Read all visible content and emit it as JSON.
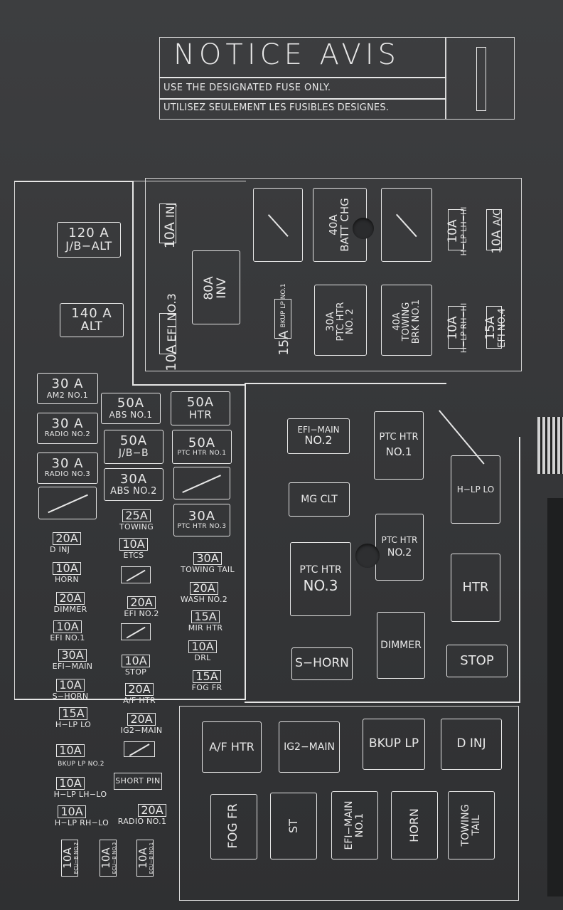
{
  "notice": {
    "title": "NOTICE AVIS",
    "line1": "USE THE DESIGNATED FUSE ONLY.",
    "line2": "UTILISEZ SEULEMENT LES FUSIBLES DESIGNES."
  },
  "left_top": {
    "f120": {
      "amp": "120 A",
      "label": "J/B−ALT"
    },
    "f140": {
      "amp": "140 A",
      "label": "ALT"
    }
  },
  "left_col": [
    {
      "amp": "30 A",
      "label": "AM2 NO.1"
    },
    {
      "amp": "30 A",
      "label": "RADIO NO.2"
    },
    {
      "amp": "30 A",
      "label": "RADIO NO.3"
    }
  ],
  "mid_col": [
    {
      "amp": "50A",
      "label": "ABS NO.1"
    },
    {
      "amp": "50A",
      "label": "J/B−B"
    },
    {
      "amp": "30A",
      "label": "ABS NO.2"
    }
  ],
  "right_col": [
    {
      "amp": "50A",
      "label": "HTR"
    },
    {
      "amp": "50A",
      "label": "PTC HTR NO.1"
    },
    {
      "amp": "30A",
      "label": "PTC HTR NO.3"
    }
  ],
  "small_left": [
    {
      "amp": "20A",
      "label": "D INJ"
    },
    {
      "amp": "10A",
      "label": "HORN"
    },
    {
      "amp": "20A",
      "label": "DIMMER"
    },
    {
      "amp": "10A",
      "label": "EFI NO.1"
    },
    {
      "amp": "30A",
      "label": "EFI−MAIN"
    },
    {
      "amp": "10A",
      "label": "S−HORN"
    },
    {
      "amp": "15A",
      "label": "H−LP LO"
    },
    {
      "amp": "10A",
      "label": "BKUP LP NO.2"
    },
    {
      "amp": "10A",
      "label": "H−LP LH−LO"
    },
    {
      "amp": "10A",
      "label": "H−LP RH−LO"
    }
  ],
  "small_mid": [
    {
      "amp": "25A",
      "label": "TOWING"
    },
    {
      "amp": "10A",
      "label": "ETCS"
    },
    {
      "amp": "20A",
      "label": "EFI NO.2"
    },
    {
      "amp": "10A",
      "label": "STOP"
    },
    {
      "amp": "20A",
      "label": "A/F HTR"
    },
    {
      "amp": "20A",
      "label": "IG2−MAIN"
    },
    {
      "amp": "20A",
      "label": "RADIO NO.1"
    }
  ],
  "short_pin": "SHORT PIN",
  "small_right": [
    {
      "amp": "30A",
      "label": "TOWING TAIL"
    },
    {
      "amp": "20A",
      "label": "WASH NO.2"
    },
    {
      "amp": "15A",
      "label": "MIR HTR"
    },
    {
      "amp": "10A",
      "label": "DRL"
    },
    {
      "amp": "15A",
      "label": "FOG FR"
    }
  ],
  "ecu": [
    {
      "amp": "10A",
      "label": "ECU−B NO.2"
    },
    {
      "amp": "10A",
      "label": "ECU−B NO.3"
    },
    {
      "amp": "10A",
      "label": "ECU−B NO.1"
    }
  ],
  "top_block": {
    "inj": {
      "amp": "10A",
      "label": "INJ"
    },
    "inv": {
      "amp": "80A",
      "label": "INV"
    },
    "efi3": {
      "amp": "10A",
      "label": "EFI NO.3"
    },
    "bkup1": {
      "amp": "15A",
      "label": "BKUP LP NO.1"
    },
    "batt": {
      "amp": "40A",
      "label": "BATT CHG"
    },
    "ptc2": {
      "amp": "30A",
      "label": "PTC HTR NO. 2"
    },
    "towbrk": {
      "amp": "40A",
      "label": "TOWING BRK NO.1"
    },
    "hlplh": {
      "amp": "10A",
      "label": "H−LP LH−HI"
    },
    "ac": {
      "amp": "10A",
      "label": "A/C"
    },
    "hlprh": {
      "amp": "10A",
      "label": "H−LP RH−HI"
    },
    "efi4": {
      "amp": "15A",
      "label": "EFI NO.4"
    }
  },
  "relays": {
    "efi_main2": {
      "l1": "EFI−MAIN",
      "l2": "NO.2"
    },
    "ptc1": {
      "l1": "PTC HTR",
      "l2": "NO.1"
    },
    "mgclt": "MG CLT",
    "hlplo": "H−LP LO",
    "ptc2": {
      "l1": "PTC HTR",
      "l2": "NO.2"
    },
    "ptc3": {
      "l1": "PTC HTR",
      "l2": "NO.3"
    },
    "htr": "HTR",
    "dimmer": "DIMMER",
    "shorn": "S−HORN",
    "stop": "STOP"
  },
  "bottom": {
    "afhtr": "A/F HTR",
    "ig2main": "IG2−MAIN",
    "bkuplp": "BKUP LP",
    "dinj": "D INJ",
    "fogfr": "FOG FR",
    "st": "ST",
    "efimain1": "EFI−MAIN NO.1",
    "horn": "HORN",
    "towtail": "TOWING TAIL"
  }
}
